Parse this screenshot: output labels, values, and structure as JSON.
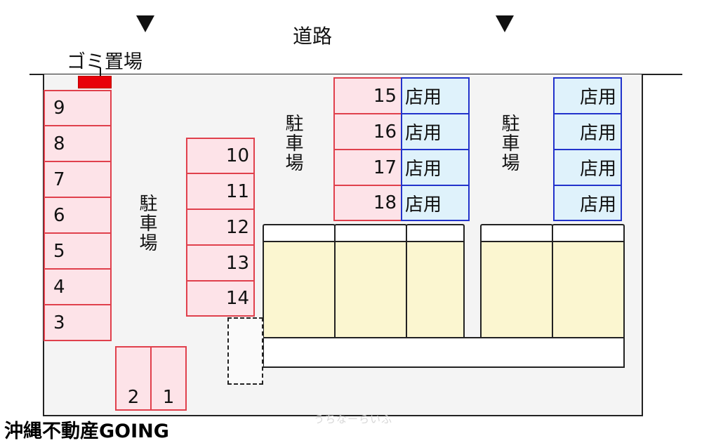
{
  "labels": {
    "road": "道路",
    "trash": "ゴミ置場",
    "parking": "駐車場",
    "shop": "店用"
  },
  "spots": {
    "left_column": [
      "9",
      "8",
      "7",
      "6",
      "5",
      "4",
      "3"
    ],
    "bottom": [
      "2",
      "1"
    ],
    "middle": [
      "10",
      "11",
      "12",
      "13",
      "14"
    ],
    "top_center": [
      "15",
      "16",
      "17",
      "18"
    ]
  },
  "shop_spots": {
    "center": [
      "店用",
      "店用",
      "店用",
      "店用"
    ],
    "right": [
      "店用",
      "店用",
      "店用",
      "店用"
    ]
  },
  "branding": {
    "company": "沖縄不動産GOING",
    "watermark": "うちなーらいふ"
  },
  "colors": {
    "spot_fill": "#fde3e8",
    "spot_border": "#e0404c",
    "shop_fill": "#dff2fb",
    "shop_border": "#2233cc",
    "building_fill": "#fbf6d0",
    "trash_fill": "#e8000a"
  },
  "icons": [
    "down-arrow-icon",
    "down-arrow-icon"
  ]
}
